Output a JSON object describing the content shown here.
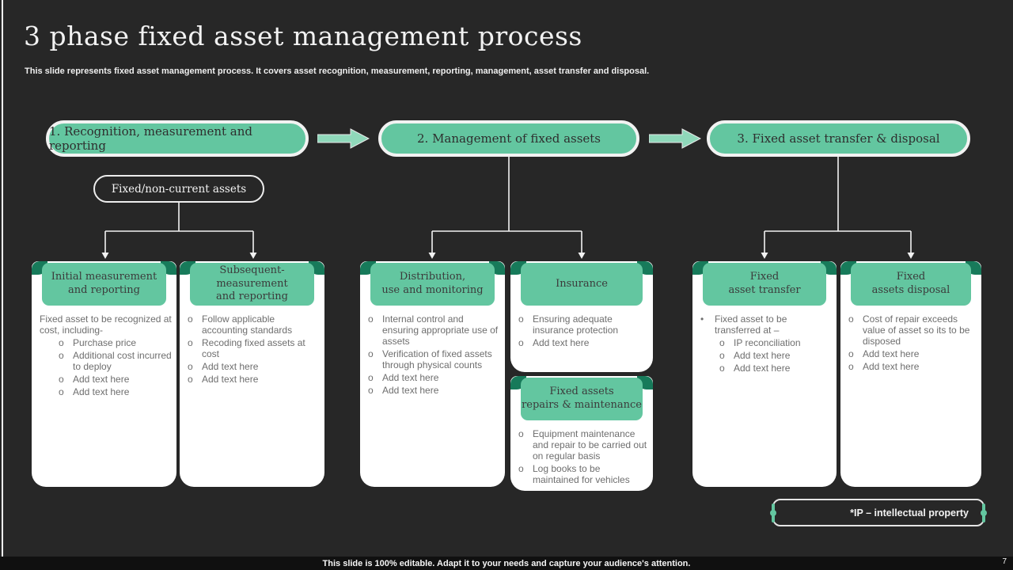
{
  "colors": {
    "slide_bg": "#272727",
    "accent_green": "#63C6A0",
    "accent_green_dark": "#177A5A",
    "arrow_green": "#8FD8BA",
    "card_bg": "#FFFFFF",
    "body_text": "#6E6E6E"
  },
  "header": {
    "title": "3 phase fixed asset management process",
    "subtitle": "This slide represents fixed asset management process. It covers asset recognition, measurement, reporting, management,  asset transfer and disposal."
  },
  "phases": [
    {
      "label": "1.  Recognition, measurement and reporting"
    },
    {
      "label": "2.  Management of fixed assets"
    },
    {
      "label": "3.  Fixed asset transfer & disposal"
    }
  ],
  "tag_label": "Fixed/non-current assets",
  "cards": [
    {
      "title": "Initial measurement\nand reporting",
      "items": [
        {
          "bullet": "",
          "text": "Fixed asset to be recognized at cost, including-"
        },
        {
          "bullet": "o",
          "text": "Purchase price"
        },
        {
          "bullet": "o",
          "text": "Additional cost incurred to deploy"
        },
        {
          "bullet": "o",
          "text": "Add text here"
        },
        {
          "bullet": "o",
          "text": "Add text here"
        }
      ]
    },
    {
      "title": "Subsequent-\nmeasurement\nand reporting",
      "items": [
        {
          "bullet": "o",
          "text": "Follow applicable accounting standards"
        },
        {
          "bullet": "o",
          "text": "Recoding fixed assets at cost"
        },
        {
          "bullet": "o",
          "text": "Add text here"
        },
        {
          "bullet": "o",
          "text": "Add text here"
        }
      ]
    },
    {
      "title": "Distribution,\nuse and monitoring",
      "items": [
        {
          "bullet": "o",
          "text": "Internal control and ensuring appropriate use of assets"
        },
        {
          "bullet": "o",
          "text": "Verification of fixed assets through physical counts"
        },
        {
          "bullet": "o",
          "text": "Add text here"
        },
        {
          "bullet": "o",
          "text": "Add text here"
        }
      ]
    },
    {
      "title": "Insurance",
      "items": [
        {
          "bullet": "o",
          "text": "Ensuring adequate insurance protection"
        },
        {
          "bullet": "o",
          "text": "Add text here"
        }
      ]
    },
    {
      "title": "Fixed assets\nrepairs & maintenance",
      "items": [
        {
          "bullet": "o",
          "text": "Equipment maintenance and repair to be carried out on regular basis"
        },
        {
          "bullet": "o",
          "text": "Log books to be maintained for vehicles"
        }
      ]
    },
    {
      "title": "Fixed\nasset transfer",
      "items": [
        {
          "bullet": "•",
          "text": "Fixed asset to be transferred at –"
        },
        {
          "bullet": "o",
          "text": "IP reconciliation"
        },
        {
          "bullet": "o",
          "text": "Add text here"
        },
        {
          "bullet": "o",
          "text": "Add text here"
        }
      ]
    },
    {
      "title": "Fixed\nassets disposal",
      "items": [
        {
          "bullet": "o",
          "text": "Cost of repair exceeds value of asset so its to be disposed"
        },
        {
          "bullet": "o",
          "text": "Add text here"
        },
        {
          "bullet": "o",
          "text": "Add text here"
        }
      ]
    }
  ],
  "footer": {
    "ip_note": "*IP – intellectual property",
    "editable_note": "This slide is 100% editable. Adapt it to your needs and capture your audience's attention.",
    "page_number": "7"
  }
}
